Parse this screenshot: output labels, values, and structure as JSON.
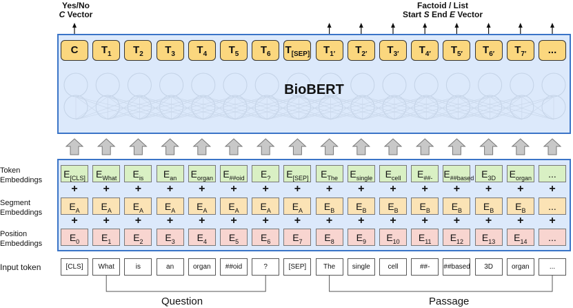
{
  "header": {
    "yesno_line1": "Yes/No",
    "yesno_line2_italic": "C",
    "yesno_line2_rest": " Vector",
    "factoid_line1": "Factoid / List",
    "factoid_start": "Start ",
    "factoid_s": "S",
    "factoid_end": " End ",
    "factoid_e": "E",
    "factoid_vector": " Vector"
  },
  "model": {
    "title": "BioBERT"
  },
  "outputs": [
    {
      "base": "C",
      "sub": ""
    },
    {
      "base": "T",
      "sub": "1"
    },
    {
      "base": "T",
      "sub": "2"
    },
    {
      "base": "T",
      "sub": "3"
    },
    {
      "base": "T",
      "sub": "4"
    },
    {
      "base": "T",
      "sub": "5"
    },
    {
      "base": "T",
      "sub": "6"
    },
    {
      "base": "T",
      "sub": "[SEP]"
    },
    {
      "base": "T",
      "sub": "1′"
    },
    {
      "base": "T",
      "sub": "2′"
    },
    {
      "base": "T",
      "sub": "3′"
    },
    {
      "base": "T",
      "sub": "4′"
    },
    {
      "base": "T",
      "sub": "5′"
    },
    {
      "base": "T",
      "sub": "6′"
    },
    {
      "base": "T",
      "sub": "7′"
    },
    {
      "base": "...",
      "sub": ""
    }
  ],
  "row_labels": {
    "token": [
      "Token",
      "Embeddings"
    ],
    "segment": [
      "Segment",
      "Embeddings"
    ],
    "position": [
      "Position",
      "Embeddings"
    ],
    "input": "Input token"
  },
  "token_embeddings": [
    {
      "base": "E",
      "sub": "[CLS]"
    },
    {
      "base": "E",
      "sub": "What"
    },
    {
      "base": "E",
      "sub": "is"
    },
    {
      "base": "E",
      "sub": "an"
    },
    {
      "base": "E",
      "sub": "organ"
    },
    {
      "base": "E",
      "sub": "##oid"
    },
    {
      "base": "E",
      "sub": "?"
    },
    {
      "base": "E",
      "sub": "[SEP]"
    },
    {
      "base": "E",
      "sub": "The"
    },
    {
      "base": "E",
      "sub": "single"
    },
    {
      "base": "E",
      "sub": "cell"
    },
    {
      "base": "E",
      "sub": "##-"
    },
    {
      "base": "E",
      "sub": "##based"
    },
    {
      "base": "E",
      "sub": "3D"
    },
    {
      "base": "E",
      "sub": "organ"
    },
    {
      "base": "...",
      "sub": ""
    }
  ],
  "segment_embeddings": [
    {
      "base": "E",
      "sub": "A"
    },
    {
      "base": "E",
      "sub": "A"
    },
    {
      "base": "E",
      "sub": "A"
    },
    {
      "base": "E",
      "sub": "A"
    },
    {
      "base": "E",
      "sub": "A"
    },
    {
      "base": "E",
      "sub": "A"
    },
    {
      "base": "E",
      "sub": "A"
    },
    {
      "base": "E",
      "sub": "A"
    },
    {
      "base": "E",
      "sub": "B"
    },
    {
      "base": "E",
      "sub": "B"
    },
    {
      "base": "E",
      "sub": "B"
    },
    {
      "base": "E",
      "sub": "B"
    },
    {
      "base": "E",
      "sub": "B"
    },
    {
      "base": "E",
      "sub": "B"
    },
    {
      "base": "E",
      "sub": "B"
    },
    {
      "base": "...",
      "sub": ""
    }
  ],
  "position_embeddings": [
    {
      "base": "E",
      "sub": "0"
    },
    {
      "base": "E",
      "sub": "1"
    },
    {
      "base": "E",
      "sub": "2"
    },
    {
      "base": "E",
      "sub": "3"
    },
    {
      "base": "E",
      "sub": "4"
    },
    {
      "base": "E",
      "sub": "5"
    },
    {
      "base": "E",
      "sub": "6"
    },
    {
      "base": "E",
      "sub": "7"
    },
    {
      "base": "E",
      "sub": "8"
    },
    {
      "base": "E",
      "sub": "9"
    },
    {
      "base": "E",
      "sub": "10"
    },
    {
      "base": "E",
      "sub": "11"
    },
    {
      "base": "E",
      "sub": "12"
    },
    {
      "base": "E",
      "sub": "13"
    },
    {
      "base": "E",
      "sub": "14"
    },
    {
      "base": "...",
      "sub": ""
    }
  ],
  "plus_sign": "+",
  "input_tokens": [
    "[CLS]",
    "What",
    "is",
    "an",
    "organ",
    "##oid",
    "?",
    "[SEP]",
    "The",
    "single",
    "cell",
    "##-",
    "##based",
    "3D",
    "organ",
    "..."
  ],
  "groups": {
    "question": "Question",
    "passage": "Passage"
  },
  "colors": {
    "model_fill": "#dce9fb",
    "model_border": "#3a74c7",
    "output_fill": "#fbd77e",
    "token_fill": "#d9f0c4",
    "segment_fill": "#fbe3b5",
    "position_fill": "#f8d5d0"
  }
}
